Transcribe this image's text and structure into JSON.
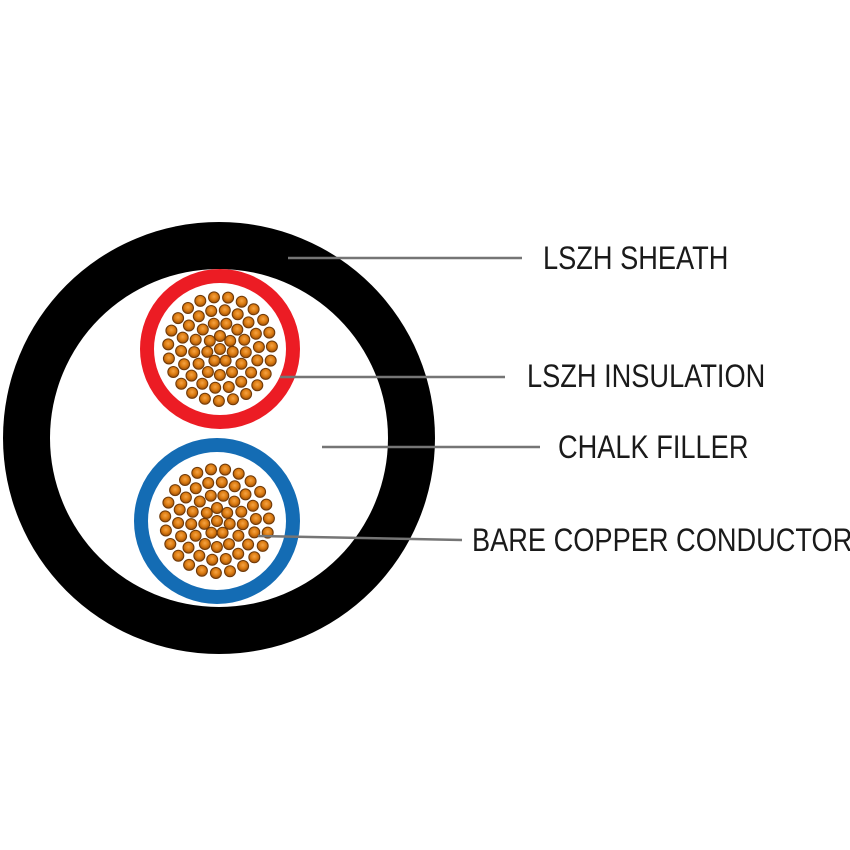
{
  "diagram": {
    "type": "cable-cross-section",
    "description": "Two-core LSZH cable cross section diagram",
    "labels": {
      "sheath": "LSZH SHEATH",
      "insulation": "LSZH INSULATION",
      "filler": "CHALK FILLER",
      "conductor": "BARE COPPER CONDUCTOR"
    },
    "colors": {
      "background": "#ffffff",
      "sheath": "#000000",
      "filler": "#ffffff",
      "core1_insulation": "#ec1c24",
      "core2_insulation": "#146cb4",
      "copper_light": "#f5a344",
      "copper_mid": "#dd7d12",
      "copper_dark": "#a3540a",
      "copper_edge": "#8a4406",
      "copper_border": "#6e3908",
      "leader_line": "#757575",
      "label_text": "#1a1a1a"
    },
    "cores": [
      {
        "name": "core-red-insulated",
        "color_key": "core1_insulation",
        "strands_per_ring": [
          1,
          7,
          13,
          18,
          23
        ]
      },
      {
        "name": "core-blue-insulated",
        "color_key": "core2_insulation",
        "strands_per_ring": [
          1,
          7,
          13,
          18,
          23
        ]
      }
    ]
  }
}
